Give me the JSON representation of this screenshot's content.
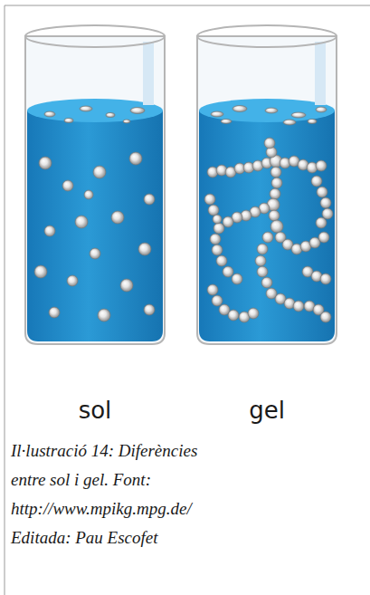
{
  "diagram": {
    "caption": "Il·lustració 14: Diferències entre sol i gel. Font: http://www.mpikg.mpg.de/ Editada: Pau Escofet",
    "labels": [
      "sol",
      "gel"
    ]
  }
}
